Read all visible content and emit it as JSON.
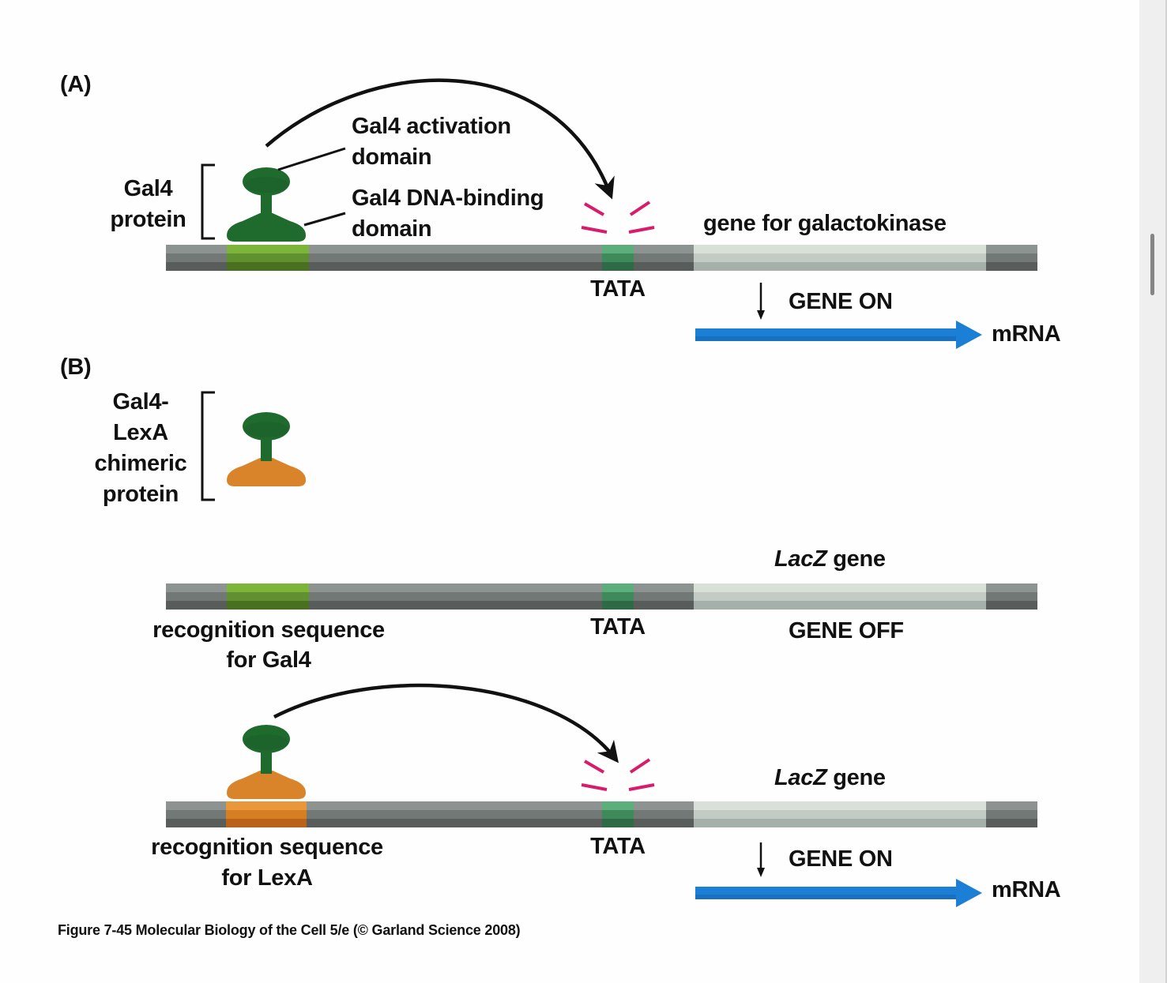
{
  "figure": {
    "caption": "Figure 7-45  Molecular Biology of the Cell 5/e (© Garland Science 2008)",
    "colors": {
      "dna_gray": [
        "#8d9391",
        "#727876",
        "#585d5c"
      ],
      "gene_light": [
        "#d8e0d8",
        "#c2ccc4",
        "#a6b0aa"
      ],
      "gal4_site": [
        "#7db53a",
        "#619030",
        "#48701f"
      ],
      "lexa_site": [
        "#e8983a",
        "#d57f22",
        "#b8621a"
      ],
      "tata": [
        "#5cae7a",
        "#3f8a5a",
        "#2e6a45"
      ],
      "protein_green": "#1f6b2e",
      "protein_orange": "#d9832a",
      "activation_marks": "#d81b6a",
      "mrna": "#1b7fd6"
    }
  },
  "panel_a": {
    "label": "(A)",
    "protein_label_line1": "Gal4",
    "protein_label_line2": "protein",
    "activation_domain_line1": "Gal4 activation",
    "activation_domain_line2": "domain",
    "binding_domain_line1": "Gal4 DNA-binding",
    "binding_domain_line2": "domain",
    "gene_label": "gene for galactokinase",
    "tata_label": "TATA",
    "status": "GENE ON",
    "product": "mRNA"
  },
  "panel_b": {
    "label": "(B)",
    "protein_label_lines": [
      "Gal4-",
      "LexA",
      "chimeric",
      "protein"
    ],
    "construct_1": {
      "gene_name": "LacZ",
      "gene_suffix": "gene",
      "tata_label": "TATA",
      "status": "GENE OFF",
      "site_label_line1": "recognition sequence",
      "site_label_line2": "for Gal4"
    },
    "construct_2": {
      "gene_name": "LacZ",
      "gene_suffix": "gene",
      "tata_label": "TATA",
      "status": "GENE ON",
      "product": "mRNA",
      "site_label_line1": "recognition sequence",
      "site_label_line2": "for LexA"
    }
  }
}
